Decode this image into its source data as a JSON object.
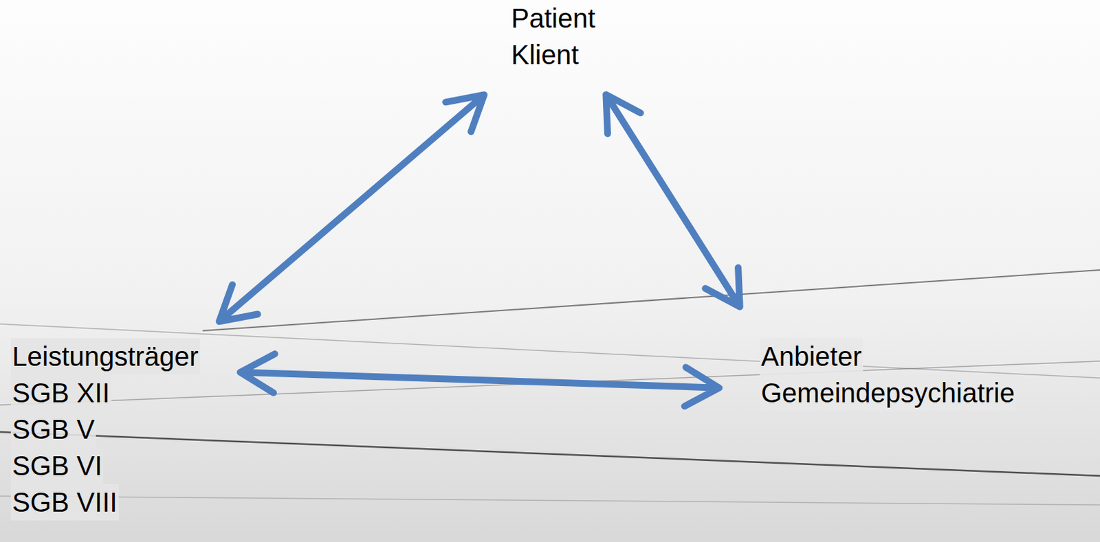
{
  "diagram": {
    "nodes": [
      {
        "text": [
          "Patient",
          "Klient"
        ]
      },
      {
        "text": [
          "Leistungsträger",
          "SGB XII",
          "SGB V",
          "SGB VI",
          "SGB VIII"
        ]
      },
      {
        "text": [
          "Anbieter",
          "Gemeindepsychiatrie"
        ]
      }
    ],
    "edges": [
      {
        "from": 1,
        "to": 0,
        "arrow": "both"
      },
      {
        "from": 0,
        "to": 2,
        "arrow": "both"
      },
      {
        "from": 1,
        "to": 2,
        "arrow": "both"
      }
    ]
  }
}
